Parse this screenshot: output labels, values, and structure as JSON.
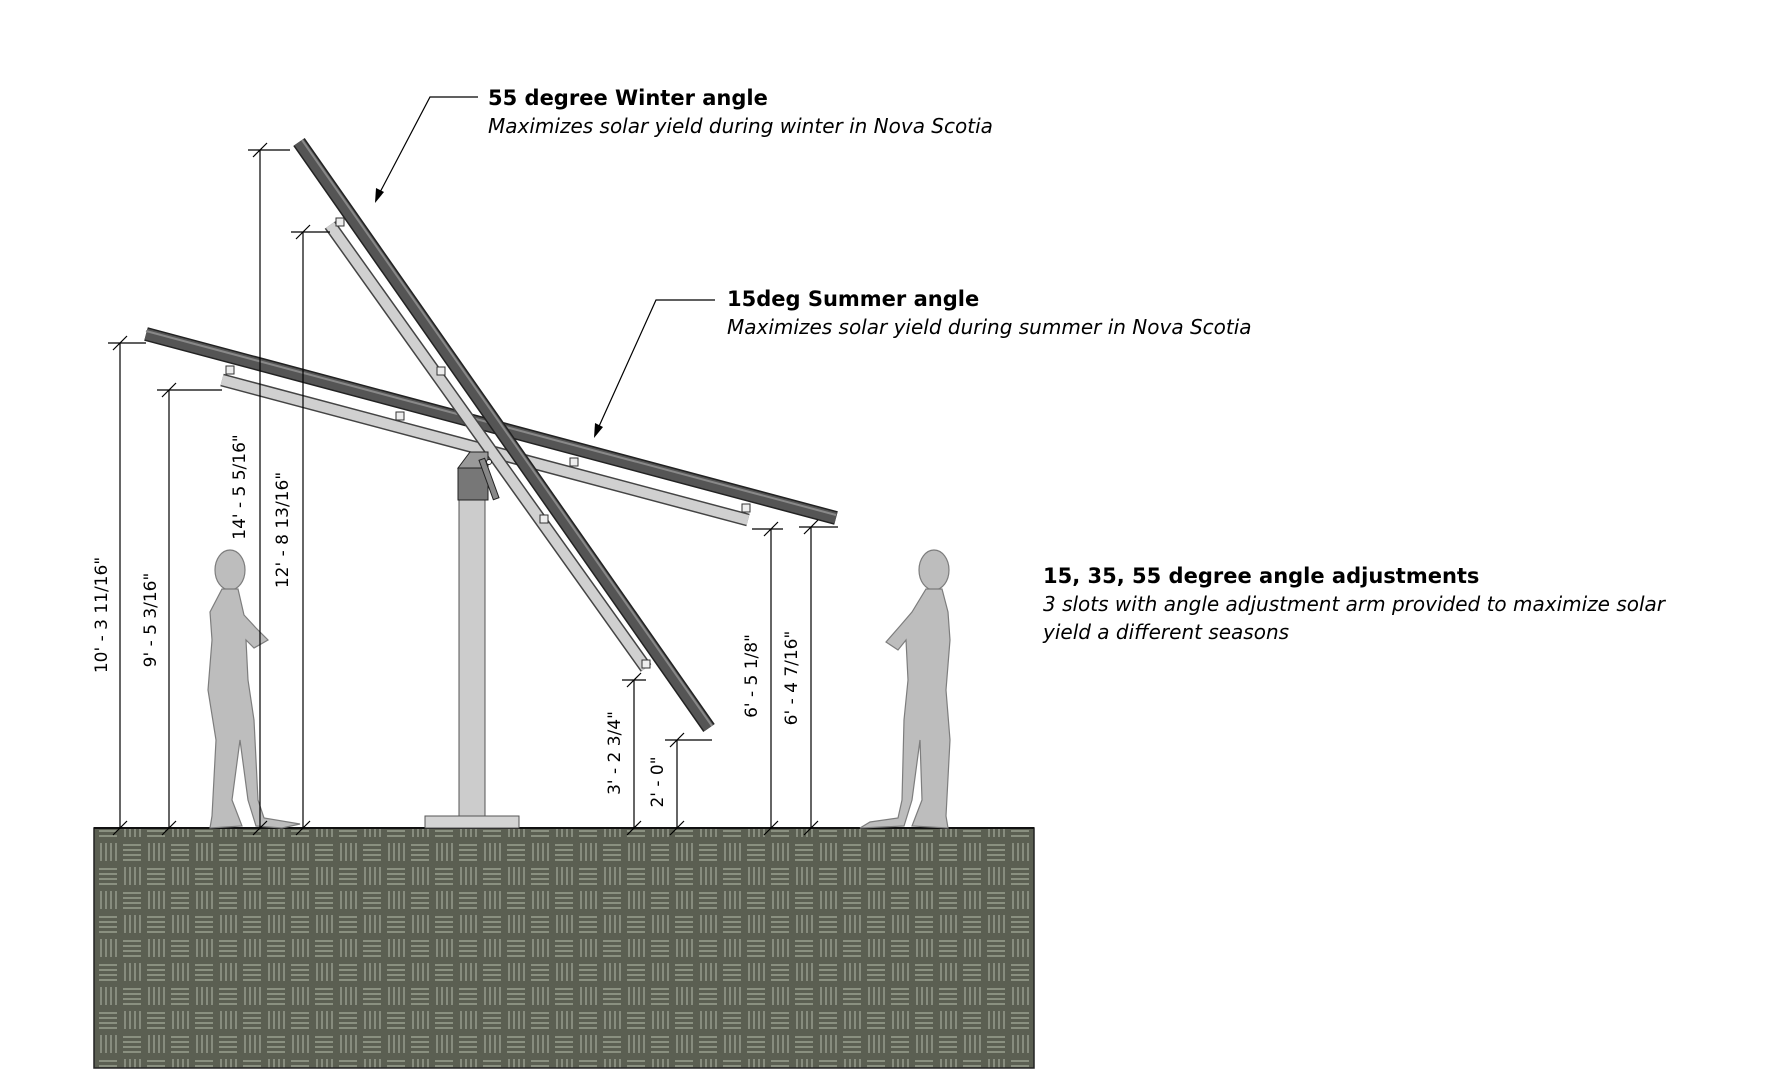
{
  "callouts": {
    "winter": {
      "title": "55 degree Winter angle",
      "desc": "Maximizes solar yield during winter in Nova Scotia"
    },
    "summer": {
      "title": "15deg Summer angle",
      "desc": "Maximizes solar yield during summer in Nova Scotia"
    },
    "adjust": {
      "title": "15, 35, 55 degree angle adjustments",
      "desc_line1": "3 slots with angle adjustment arm provided to maximize solar",
      "desc_line2": "yield a different seasons"
    }
  },
  "dimensions": {
    "d1": "10' - 3 11/16\"",
    "d2": "9' - 5 3/16\"",
    "d3": "14' - 5 5/16\"",
    "d4": "12' - 8 13/16\"",
    "d5": "3' - 2 3/4\"",
    "d6": "2' - 0\"",
    "d7": "6' - 5 1/8\"",
    "d8": "6' - 4 7/16\""
  },
  "colors": {
    "panel_dark": "#4a4a4a",
    "panel_light": "#cfcfcf",
    "post": "#cccccc",
    "figure": "#bdbdbd",
    "ground": "#5b5f52"
  }
}
